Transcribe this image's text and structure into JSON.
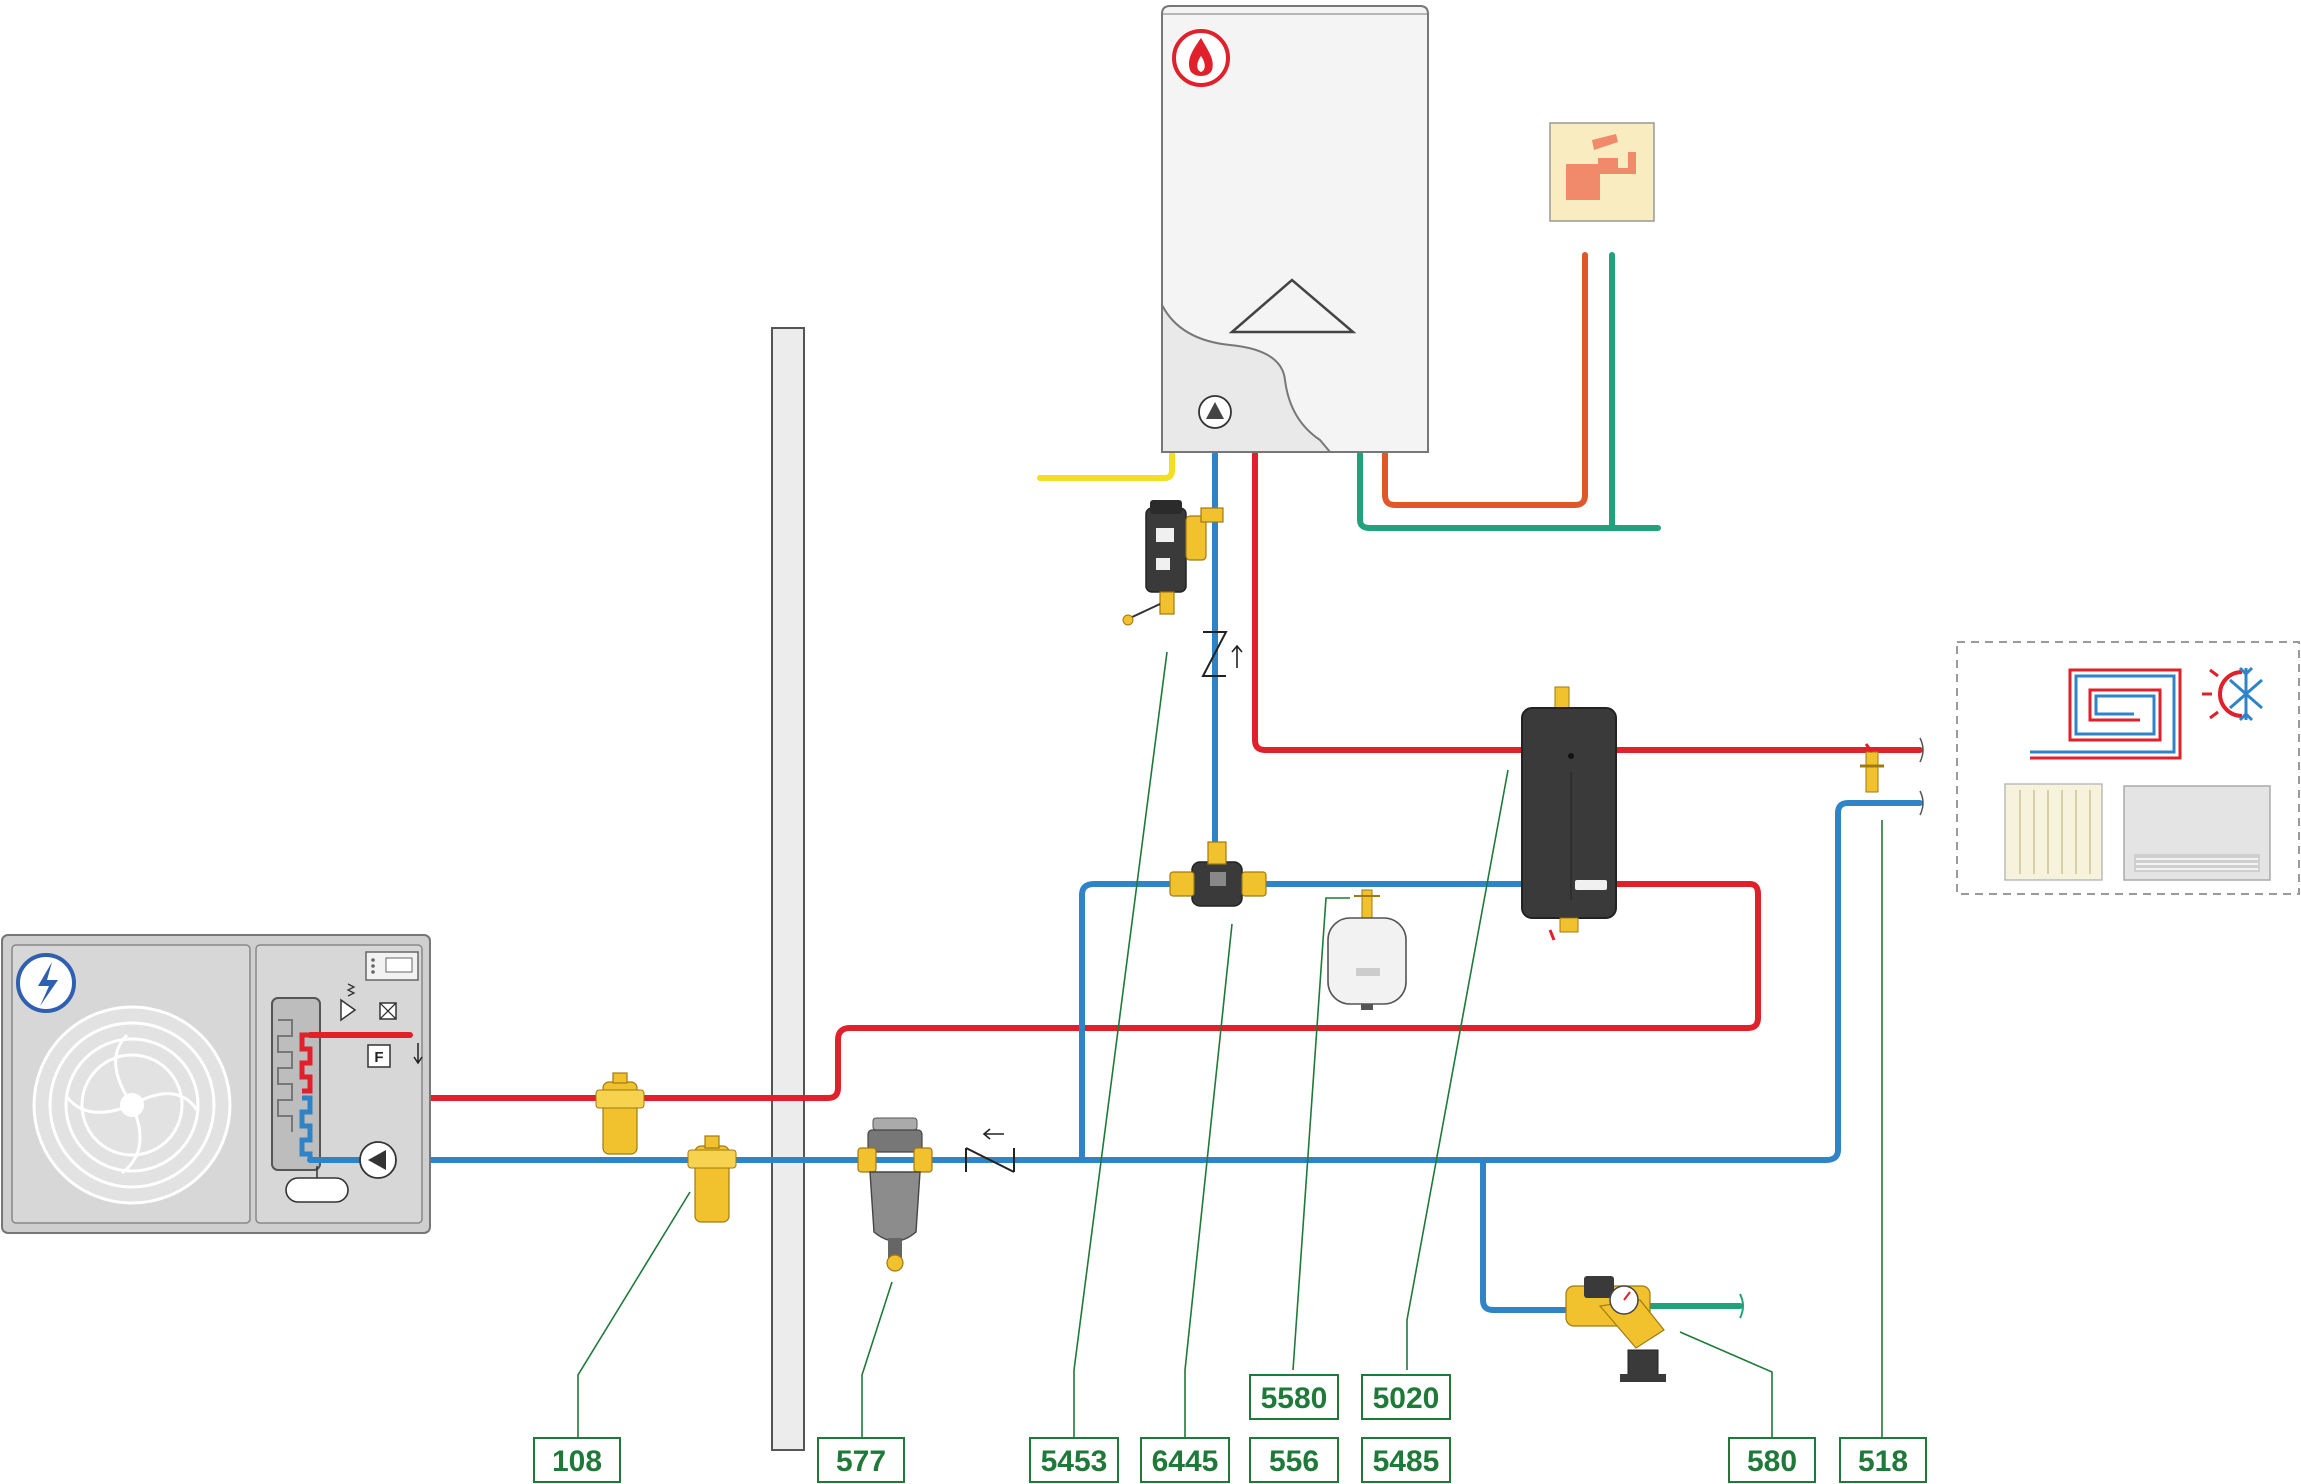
{
  "colors": {
    "hot": "#e0202a",
    "cold": "#2f84c8",
    "gas": "#f2df22",
    "dhw_hot": "#e0582a",
    "dhw_cold": "#21a27a",
    "brass": "#f2c12e",
    "code_green": "#1f7a3a"
  },
  "icons": {
    "heat_pump_badge": "lightning-icon",
    "boiler_badge": "flame-icon",
    "tap": "faucet-icon",
    "emitters": [
      "underfloor-coil-icon",
      "heat-cool-icon",
      "radiator-icon",
      "fan-coil-icon"
    ]
  },
  "labels": {
    "flow_switch": "F",
    "codes": {
      "c108": "108",
      "c577": "577",
      "c5453": "5453",
      "c6445": "6445",
      "c556": "556",
      "c5580": "5580",
      "c5485": "5485",
      "c5020": "5020",
      "c580": "580",
      "c518": "518"
    }
  }
}
